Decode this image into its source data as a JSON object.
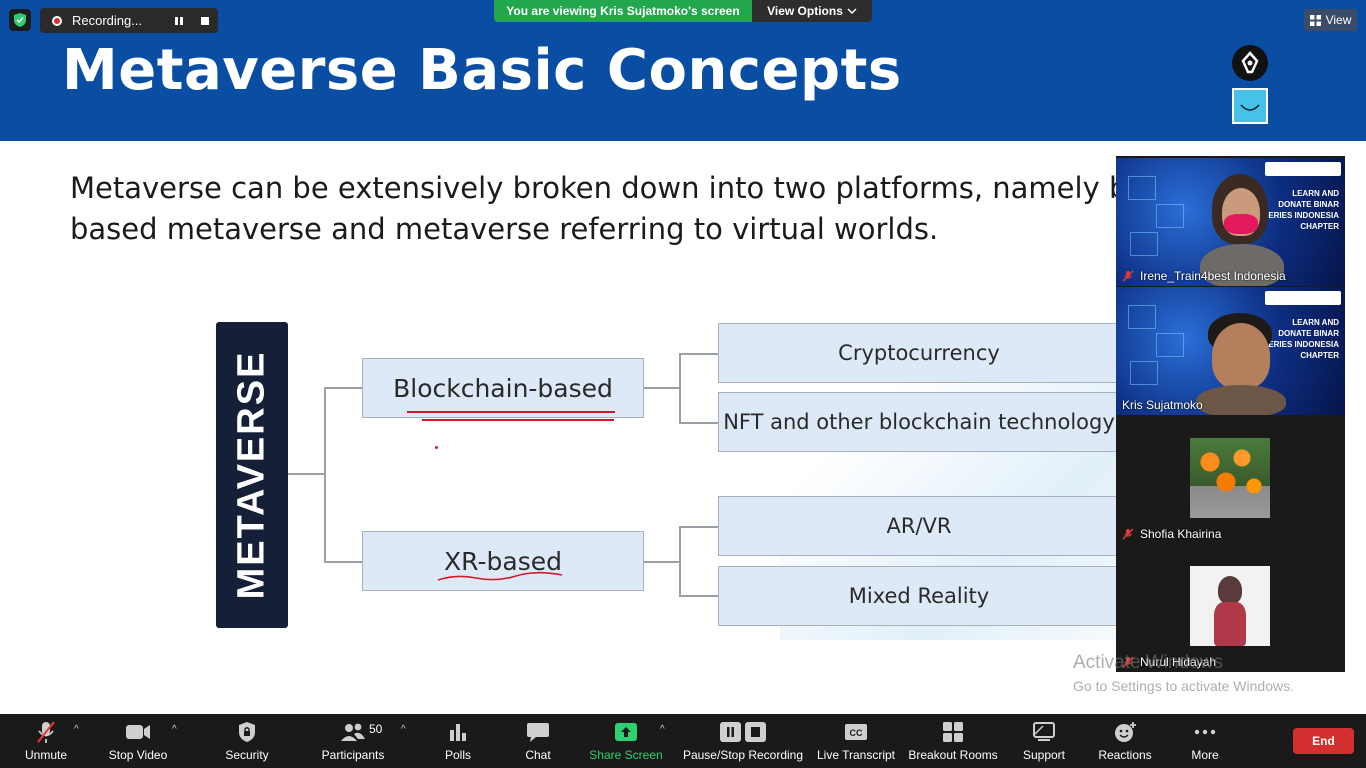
{
  "top_bar": {
    "recording_label": "Recording...",
    "banner_text": "You are viewing Kris Sujatmoko's screen",
    "view_options_label": "View Options",
    "view_label": "View"
  },
  "slide": {
    "title": "Metaverse Basic Concepts",
    "body_line1": "Metaverse can be extensively broken down into two platforms, namely bloc",
    "body_line2": "based metaverse and metaverse referring to virtual worlds.",
    "root_label": "METAVERSE",
    "branches": [
      {
        "label": "Blockchain-based",
        "children": [
          "Cryptocurrency",
          "NFT and other blockchain technology"
        ]
      },
      {
        "label": "XR-based",
        "children": [
          "AR/VR",
          "Mixed Reality"
        ]
      }
    ]
  },
  "participants_panel": [
    {
      "name": "Irene_Train4best Indonesia",
      "muted": true
    },
    {
      "name": "Kris Sujatmoko",
      "muted": false
    },
    {
      "name": "Shofia Khairina",
      "muted": true
    },
    {
      "name": "Nurul Hidayah",
      "muted": true
    }
  ],
  "webinar_text": "LEARN AND DONATE BINAR SERIES INDONESIA CHAPTER",
  "watermark": {
    "line1": "Activate Windows",
    "line2": "Go to Settings to activate Windows."
  },
  "toolbar": {
    "unmute": "Unmute",
    "stop_video": "Stop Video",
    "security": "Security",
    "participants": "Participants",
    "participant_count": "50",
    "polls": "Polls",
    "chat": "Chat",
    "share_screen": "Share Screen",
    "pause_stop_recording": "Pause/Stop Recording",
    "live_transcript": "Live Transcript",
    "breakout_rooms": "Breakout Rooms",
    "support": "Support",
    "reactions": "Reactions",
    "more": "More",
    "end": "End"
  },
  "colors": {
    "slide_header": "#0a4ea4",
    "node_fill": "#dde9f7",
    "root_fill": "#152038",
    "banner_green": "#23a74e",
    "active_speaker": "#9cd13c",
    "end_button": "#d32f2f",
    "pen_annotation": "#d11a2a"
  },
  "icons": [
    "shield-check-icon",
    "pause-icon",
    "stop-icon",
    "chevron-down-icon",
    "view-grid-icon",
    "microphone-muted-icon",
    "video-camera-icon",
    "shield-icon",
    "participants-icon",
    "polls-icon",
    "chat-icon",
    "share-screen-arrow-icon",
    "closed-caption-icon",
    "breakout-rooms-icon",
    "support-icon",
    "reactions-icon",
    "more-dots-icon"
  ]
}
